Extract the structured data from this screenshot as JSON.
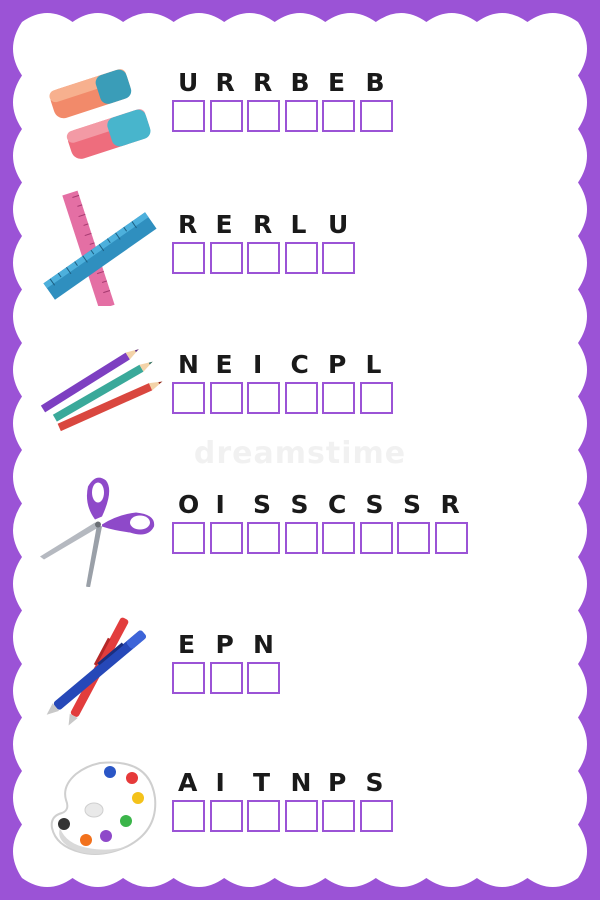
{
  "colors": {
    "border": "#9b53d6",
    "box": "#9b53d6",
    "letters": "#1a1a1a"
  },
  "watermark": "dreamstime",
  "words": [
    {
      "item": "eraser-icon",
      "scrambled": [
        "U",
        "R",
        "R",
        "B",
        "E",
        "B"
      ],
      "boxes": 6
    },
    {
      "item": "ruler-icon",
      "scrambled": [
        "R",
        "E",
        "R",
        "L",
        "U"
      ],
      "boxes": 5
    },
    {
      "item": "pencils-icon",
      "scrambled": [
        "N",
        "E",
        "I",
        "C",
        "P",
        "L"
      ],
      "boxes": 6
    },
    {
      "item": "scissors-icon",
      "scrambled": [
        "O",
        "I",
        "S",
        "S",
        "C",
        "S",
        "S",
        "R"
      ],
      "boxes": 8
    },
    {
      "item": "pens-icon",
      "scrambled": [
        "E",
        "P",
        "N"
      ],
      "boxes": 3
    },
    {
      "item": "palette-icon",
      "scrambled": [
        "A",
        "I",
        "T",
        "N",
        "P",
        "S"
      ],
      "boxes": 6
    }
  ]
}
